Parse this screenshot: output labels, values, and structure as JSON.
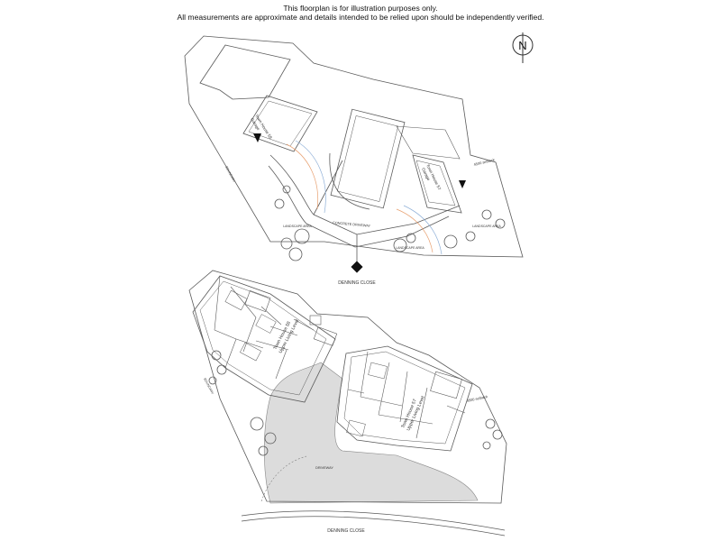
{
  "disclaimer": {
    "line1": "This floorplan is for illustration purposes only.",
    "line2": "All measurements are approximate and details intended to be relied upon should be independently verified."
  },
  "compass": {
    "letter": "N"
  },
  "site_plan": {
    "street": "DENNING CLOSE",
    "driveway": "CONCRETE DRIVEWAY",
    "landscape_left": "LANDSCAPE AREA",
    "landscape_center": "LANDSCAPE AREA",
    "landscape_right": "LANDSCAPE AREA",
    "setback": "4500 setback",
    "boundary": "BOUNDARY",
    "house58": {
      "title": "Town House 58",
      "sub": "Garage"
    },
    "house57": {
      "title": "Town House 57",
      "sub": "Garage"
    }
  },
  "floor_plan": {
    "street": "DENNING CLOSE",
    "driveway": "DRIVEWAY",
    "setback": "4500 setback",
    "boundary": "BOUNDARY",
    "house58": {
      "title": "Town House 58",
      "sub": "Upper Living Level"
    },
    "house57": {
      "title": "Town House 57",
      "sub": "Upper Living Level"
    }
  },
  "colors": {
    "line": "#5a5a5a",
    "fill_grey": "#dcdcdc",
    "curve_orange": "#e8a070",
    "curve_blue": "#8fb0d8"
  }
}
